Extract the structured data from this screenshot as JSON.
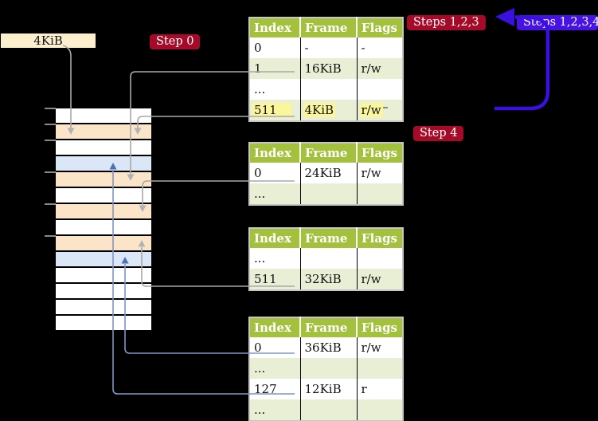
{
  "legend": {
    "frame_box_label": "4KiB",
    "badges": {
      "step0": "Step 0",
      "steps123": "Steps 1,2,3",
      "steps1234": "Steps 1,2,3,4",
      "step4": "Step 4"
    }
  },
  "tables": [
    {
      "name": "page-table-level-4",
      "headers": [
        "Index",
        "Frame",
        "Flags"
      ],
      "rows": [
        [
          "0",
          "-",
          "-"
        ],
        [
          "1",
          "16KiB",
          "r/w"
        ],
        [
          "...",
          "",
          ""
        ],
        [
          "511",
          "4KiB",
          "r/w"
        ]
      ],
      "highlighted_row": "511"
    },
    {
      "name": "page-table-level-3",
      "headers": [
        "Index",
        "Frame",
        "Flags"
      ],
      "rows": [
        [
          "0",
          "24KiB",
          "r/w"
        ],
        [
          "...",
          "",
          ""
        ]
      ]
    },
    {
      "name": "page-table-level-2",
      "headers": [
        "Index",
        "Frame",
        "Flags"
      ],
      "rows": [
        [
          "...",
          "",
          ""
        ],
        [
          "511",
          "32KiB",
          "r/w"
        ]
      ]
    },
    {
      "name": "page-table-level-1",
      "headers": [
        "Index",
        "Frame",
        "Flags"
      ],
      "rows": [
        [
          "0",
          "36KiB",
          "r/w"
        ],
        [
          "...",
          "",
          ""
        ],
        [
          "127",
          "12KiB",
          "r"
        ],
        [
          "...",
          "",
          ""
        ]
      ]
    }
  ],
  "memory_column": {
    "rows": [
      "white",
      "orange",
      "white",
      "blue",
      "orange",
      "white",
      "orange",
      "white",
      "orange",
      "blue",
      "white",
      "white",
      "white",
      "white"
    ],
    "tick_count": 6
  },
  "colors": {
    "table_header_green": "#a3c13c",
    "table_row_green": "#e8efd5",
    "row_orange": "#fce4c9",
    "row_blue": "#dbe7f6",
    "highlight_yellow": "#fbf69c",
    "badge_red": "#a50b28",
    "badge_blue": "#4712e4",
    "arrow_blue_big": "#3a10e0",
    "connector_gray": "#a8a8a8",
    "connector_gray_head": "#b0b3b8",
    "connector_blue": "#7a97c9",
    "connector_blue_head": "#4d72b4",
    "frame_box_cream": "#fcefcd"
  }
}
